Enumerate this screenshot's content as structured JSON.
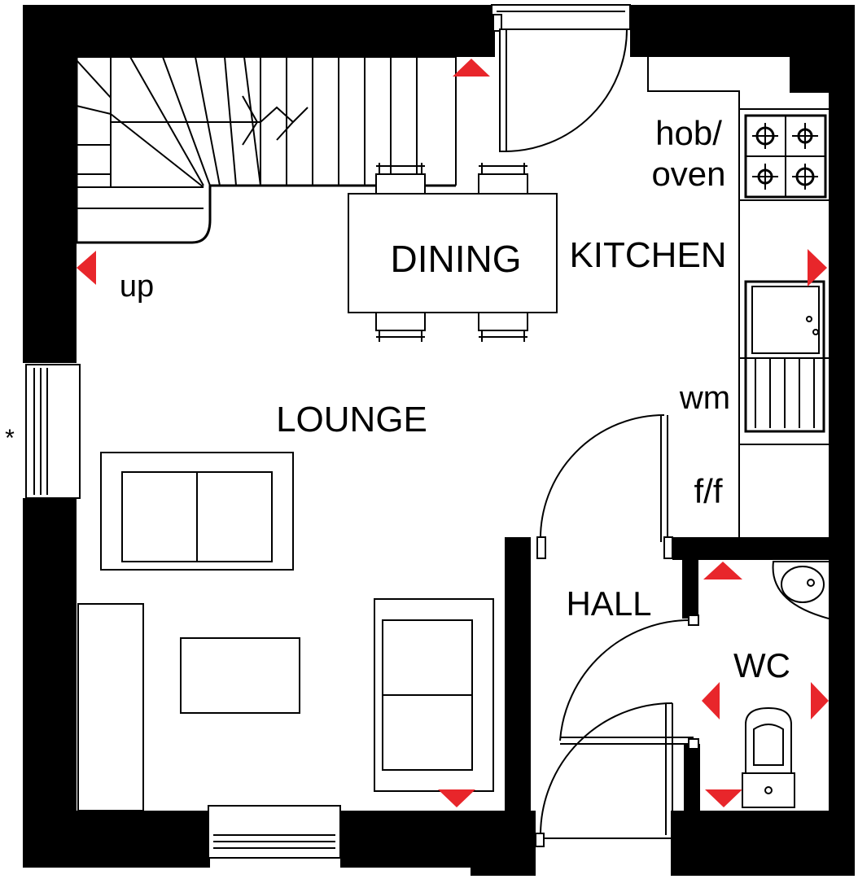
{
  "rooms": {
    "dining": "DINING",
    "kitchen": "KITCHEN",
    "lounge": "LOUNGE",
    "hall": "HALL",
    "wc": "WC"
  },
  "appliances": {
    "hob_line1": "hob/",
    "hob_line2": "oven",
    "wm": "wm",
    "ff": "f/f"
  },
  "stairs_label": "up",
  "window_marker": "*",
  "colors": {
    "walls": "#000000",
    "background": "#ffffff",
    "indicator_arrows": "#e8262b"
  }
}
